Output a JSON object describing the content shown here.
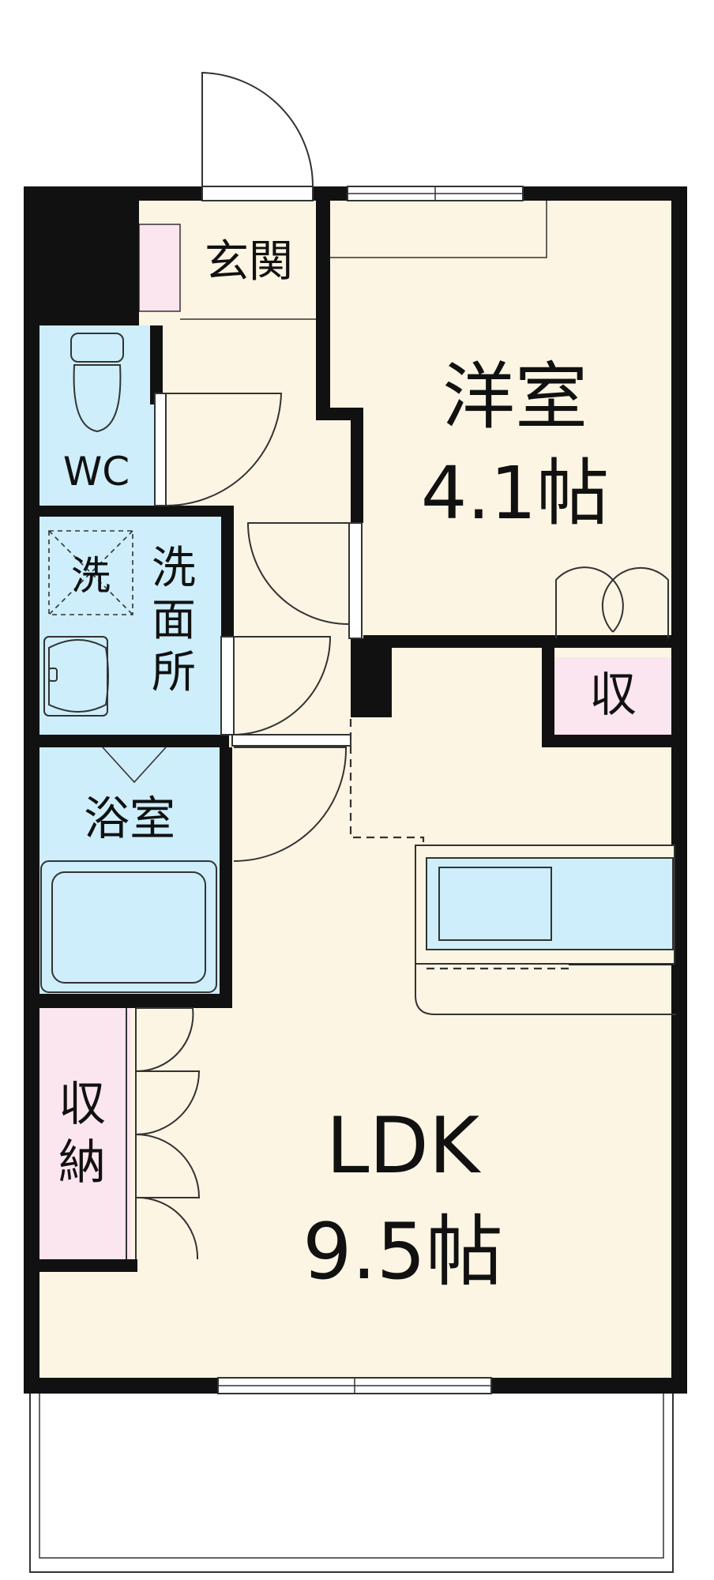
{
  "rooms": {
    "entrance": "玄関",
    "western_room": {
      "name": "洋室",
      "size": "4.1帖"
    },
    "wc": "WC",
    "wash_fixture": "洗",
    "washroom": [
      "洗",
      "面",
      "所"
    ],
    "closet_small": "収",
    "bath": "浴室",
    "storage": [
      "収",
      "納"
    ],
    "ldk": {
      "name": "LDK",
      "size": "9.5帖"
    }
  },
  "colors": {
    "wall": "#111111",
    "living_floor": "#fcf5e3",
    "wet_area": "#cdeefa",
    "storage": "#fbe5ee",
    "fixture_line": "#333333"
  },
  "icons": [
    "toilet-icon",
    "washbasin-icon",
    "bathtub-icon",
    "kitchen-counter-icon",
    "swing-door-icon"
  ]
}
